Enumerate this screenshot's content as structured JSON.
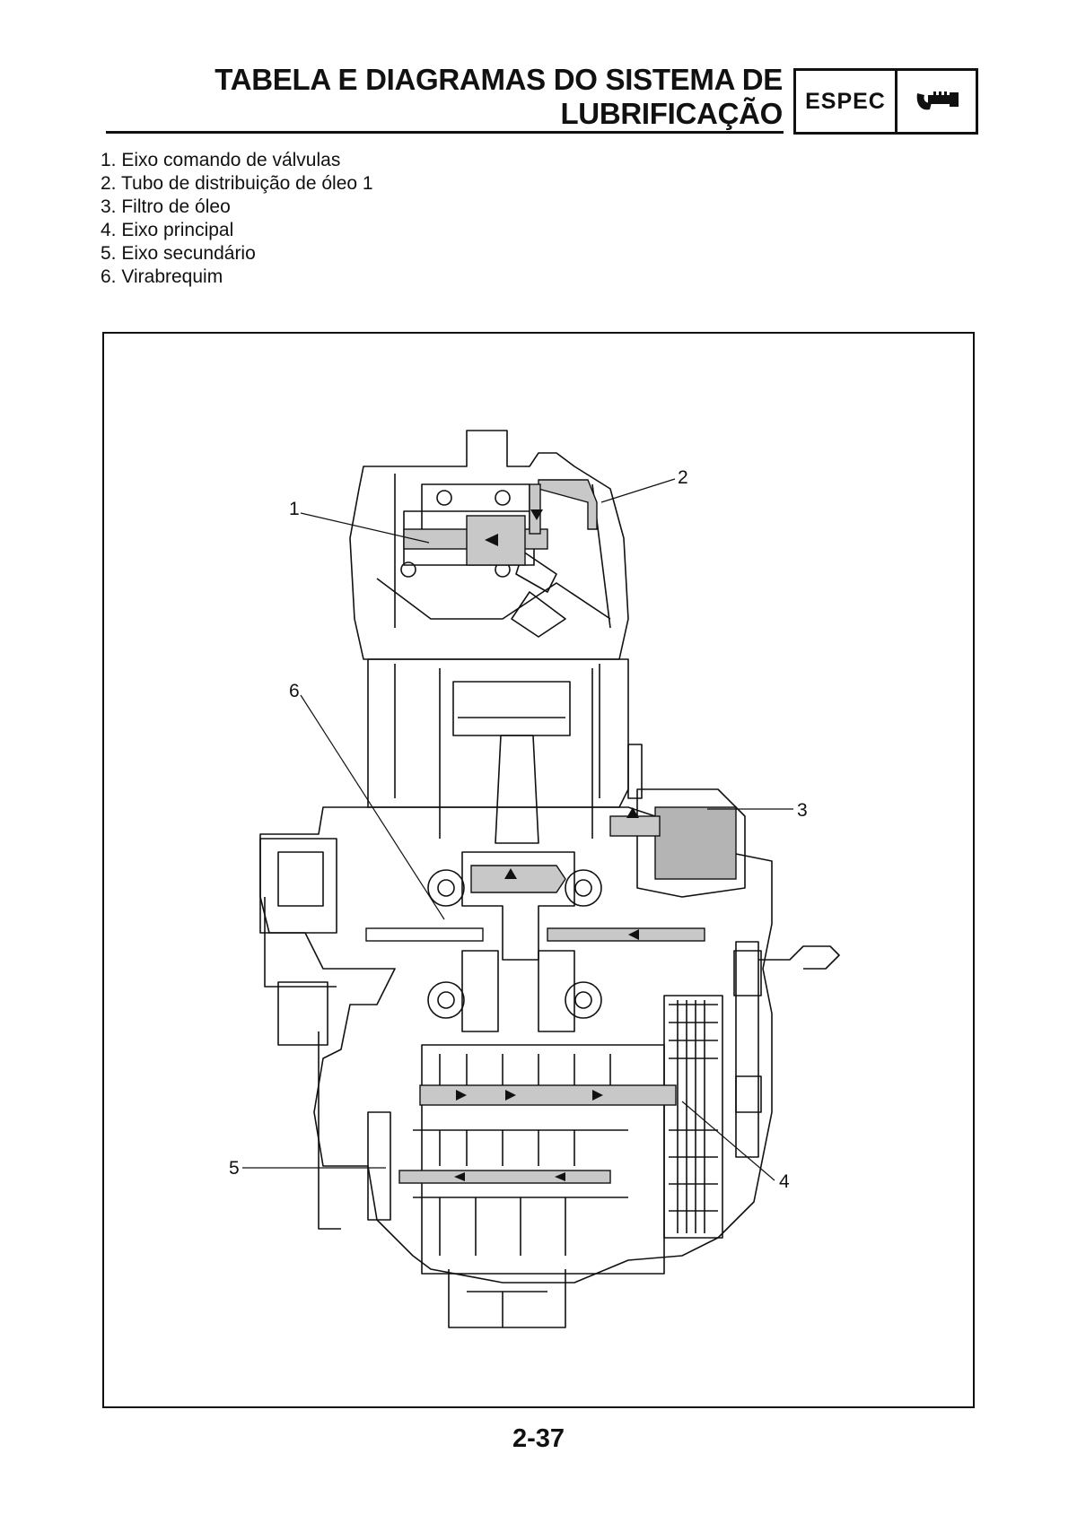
{
  "header": {
    "title_line1": "TABELA E DIAGRAMAS DO SISTEMA DE",
    "title_line2": "LUBRIFICAÇÃO",
    "section_tag": "ESPEC",
    "section_icon": "micrometer-icon"
  },
  "legend": [
    {
      "num": "1.",
      "text": "Eixo comando de válvulas"
    },
    {
      "num": "2.",
      "text": "Tubo de distribuição de óleo 1"
    },
    {
      "num": "3.",
      "text": "Filtro de óleo"
    },
    {
      "num": "4.",
      "text": "Eixo principal"
    },
    {
      "num": "5.",
      "text": "Eixo secundário"
    },
    {
      "num": "6.",
      "text": "Virabrequim"
    }
  ],
  "diagram": {
    "callouts": [
      "1",
      "2",
      "3",
      "4",
      "5",
      "6"
    ],
    "colors": {
      "line": "#111111",
      "oil": "#c8c8c8",
      "oil_dark": "#9a9a9a"
    }
  },
  "footer": {
    "page_number": "2-37"
  }
}
